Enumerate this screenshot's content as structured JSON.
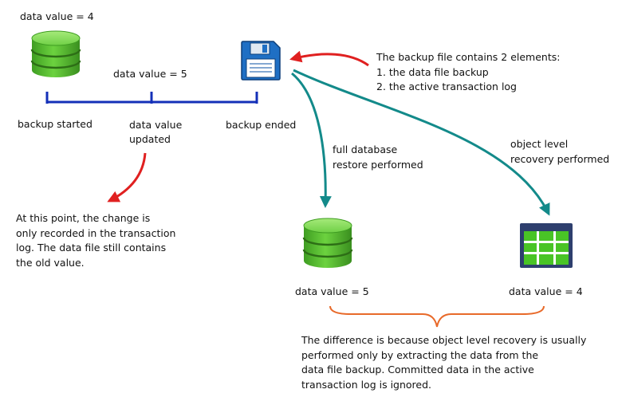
{
  "top": {
    "initial_value": "data value = 4",
    "updated_value": "data value = 5"
  },
  "timeline": {
    "start_label": "backup started",
    "update_label_line1": "data value",
    "update_label_line2": "updated",
    "end_label": "backup ended"
  },
  "backup_file_note": {
    "heading": "The backup file contains 2 elements:",
    "items": [
      "1.  the data file backup",
      "2.  the active transaction log"
    ]
  },
  "transaction_note": {
    "lines": [
      "At this point, the change is",
      "only recorded in the transaction",
      "log.  The data file still contains",
      "the old value."
    ]
  },
  "restore_paths": {
    "full": {
      "label_line1": "full database",
      "label_line2": "restore performed",
      "result": "data value = 5"
    },
    "object": {
      "label_line1": "object level",
      "label_line2": "recovery performed",
      "result": "data value = 4"
    }
  },
  "difference_note": {
    "lines": [
      "The difference is because object level recovery is usually",
      "performed only by extracting the data from the",
      "data file backup.  Committed data in the active",
      "transaction log is ignored."
    ]
  },
  "icons": {
    "database": "database-icon",
    "backup_file": "floppy-disk-icon",
    "table": "table-grid-icon"
  },
  "colors": {
    "database_green": "#5bc236",
    "timeline_blue": "#1430b8",
    "red_arrow": "#e02020",
    "teal_arrow": "#138a8a",
    "brace_orange": "#e86a2a",
    "floppy_blue": "#1f6fc4"
  }
}
